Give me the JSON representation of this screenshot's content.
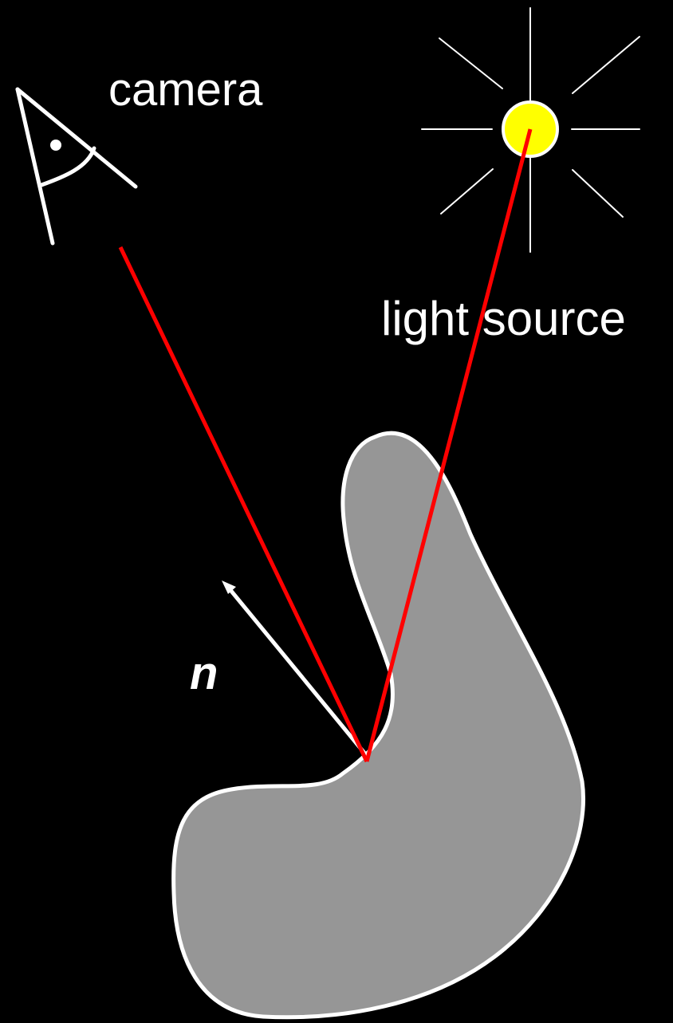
{
  "labels": {
    "camera": "camera",
    "light_source": "light source",
    "normal": "n"
  },
  "colors": {
    "background": "#000000",
    "object_fill": "#969696",
    "outline": "#ffffff",
    "ray": "#ff0000",
    "sun": "#ffff00"
  },
  "icons": {
    "camera": "eye-camera-icon",
    "light": "sun-icon"
  }
}
